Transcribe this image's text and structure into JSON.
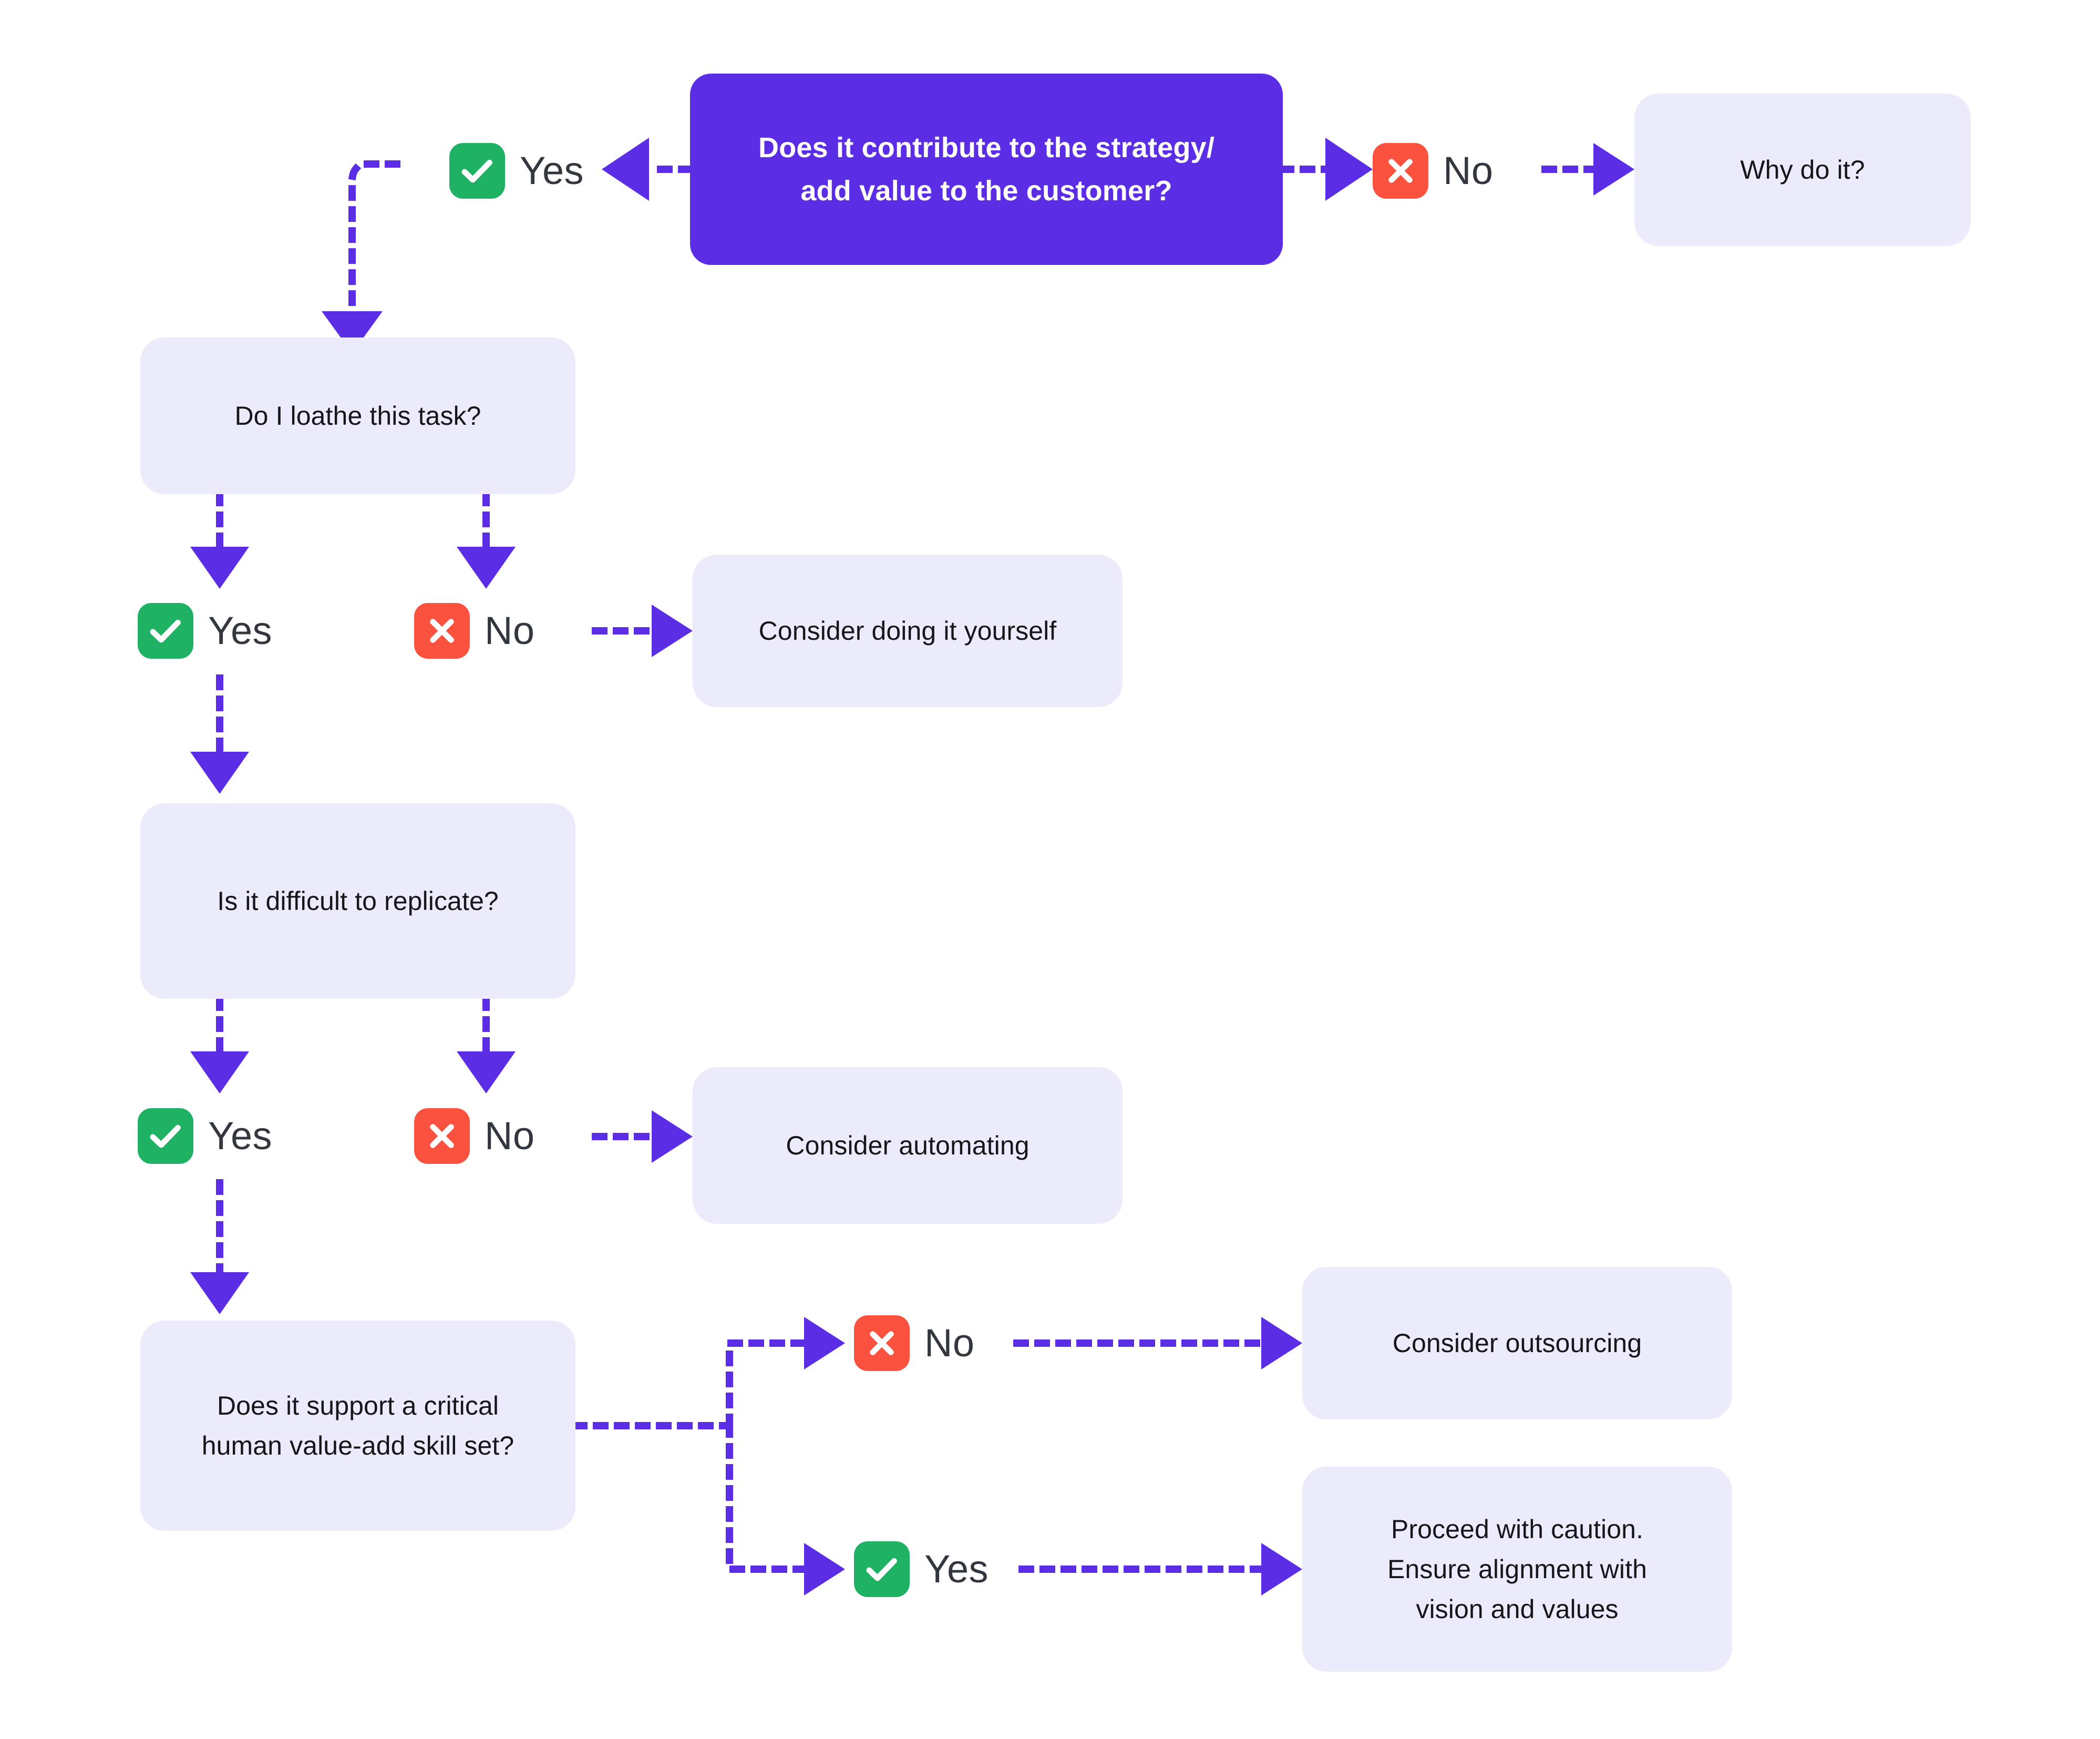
{
  "diagram": {
    "title": "Task delegation decision flowchart",
    "accent_purple": "#5B2EE6",
    "node_light_bg": "#ECEBFB",
    "yes_green": "#1FB264",
    "no_red": "#FB5240",
    "text_dark": "#15161A",
    "label_gray": "#33373E"
  },
  "nodes": {
    "root": "Does it contribute to the strategy/\nadd value to the customer?",
    "why_do_it": "Why do it?",
    "loathe": "Do I loathe this task?",
    "do_it_yourself": "Consider doing it yourself",
    "replicate": "Is it difficult to replicate?",
    "automating": "Consider automating",
    "skill_set": "Does it support a critical\nhuman value-add skill set?",
    "outsourcing": "Consider outsourcing",
    "caution": "Proceed with caution.\nEnsure alignment with\nvision and values"
  },
  "badges": {
    "root_yes": "Yes",
    "root_no": "No",
    "loathe_yes": "Yes",
    "loathe_no": "No",
    "replicate_yes": "Yes",
    "replicate_no": "No",
    "skill_no": "No",
    "skill_yes": "Yes"
  },
  "icons": {
    "yes": "check-icon",
    "no": "cross-icon"
  },
  "chart_data": {
    "type": "table",
    "title": "Task delegation decision flowchart",
    "nodes": [
      {
        "id": "root",
        "kind": "decision",
        "text": "Does it contribute to the strategy/ add value to the customer?"
      },
      {
        "id": "why_do_it",
        "kind": "outcome",
        "text": "Why do it?"
      },
      {
        "id": "loathe",
        "kind": "decision",
        "text": "Do I loathe this task?"
      },
      {
        "id": "do_it_yourself",
        "kind": "outcome",
        "text": "Consider doing it yourself"
      },
      {
        "id": "replicate",
        "kind": "decision",
        "text": "Is it difficult to replicate?"
      },
      {
        "id": "automating",
        "kind": "outcome",
        "text": "Consider automating"
      },
      {
        "id": "skill_set",
        "kind": "decision",
        "text": "Does it support a critical human value-add skill set?"
      },
      {
        "id": "outsourcing",
        "kind": "outcome",
        "text": "Consider outsourcing"
      },
      {
        "id": "caution",
        "kind": "outcome",
        "text": "Proceed with caution. Ensure alignment with vision and values"
      }
    ],
    "edges": [
      {
        "from": "root",
        "label": "Yes",
        "to": "loathe"
      },
      {
        "from": "root",
        "label": "No",
        "to": "why_do_it"
      },
      {
        "from": "loathe",
        "label": "Yes",
        "to": "replicate"
      },
      {
        "from": "loathe",
        "label": "No",
        "to": "do_it_yourself"
      },
      {
        "from": "replicate",
        "label": "Yes",
        "to": "skill_set"
      },
      {
        "from": "replicate",
        "label": "No",
        "to": "automating"
      },
      {
        "from": "skill_set",
        "label": "No",
        "to": "outsourcing"
      },
      {
        "from": "skill_set",
        "label": "Yes",
        "to": "caution"
      }
    ]
  }
}
